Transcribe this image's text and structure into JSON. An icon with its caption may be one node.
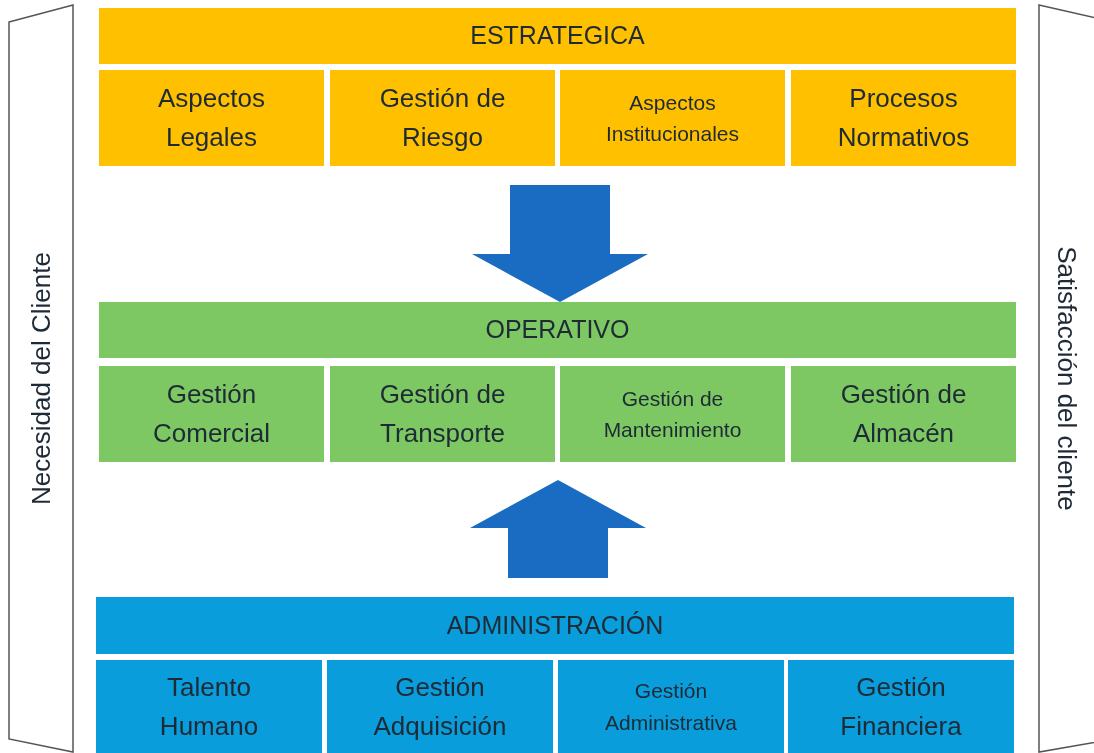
{
  "diagram": {
    "nodes": [
      {
        "text": [
          "Necesidad del Cliente"
        ]
      },
      {
        "text": [
          "Satisfacción del cliente"
        ]
      },
      {
        "text": [
          "ESTRATEGICA"
        ]
      },
      {
        "text": [
          "Aspectos Legales"
        ]
      },
      {
        "text": [
          "Gestión de Riesgo"
        ]
      },
      {
        "text": [
          "Aspectos Institucionales"
        ]
      },
      {
        "text": [
          "Procesos Normativos"
        ]
      },
      {
        "text": [
          "OPERATIVO"
        ]
      },
      {
        "text": [
          "Gestión Comercial"
        ]
      },
      {
        "text": [
          "Gestión de Transporte"
        ]
      },
      {
        "text": [
          "Gestión de Mantenimiento"
        ]
      },
      {
        "text": [
          "Gestión de Almacén"
        ]
      },
      {
        "text": [
          "ADMINISTRACIÓN"
        ]
      },
      {
        "text": [
          "Talento Humano"
        ]
      },
      {
        "text": [
          "Gestión Adquisición"
        ]
      },
      {
        "text": [
          "Gestión Administrativa"
        ]
      },
      {
        "text": [
          "Gestión Financiera"
        ]
      }
    ],
    "edges": [
      {
        "from": null,
        "to": 7,
        "arrow": "to"
      },
      {
        "from": null,
        "to": 9,
        "arrow": "to"
      }
    ]
  }
}
